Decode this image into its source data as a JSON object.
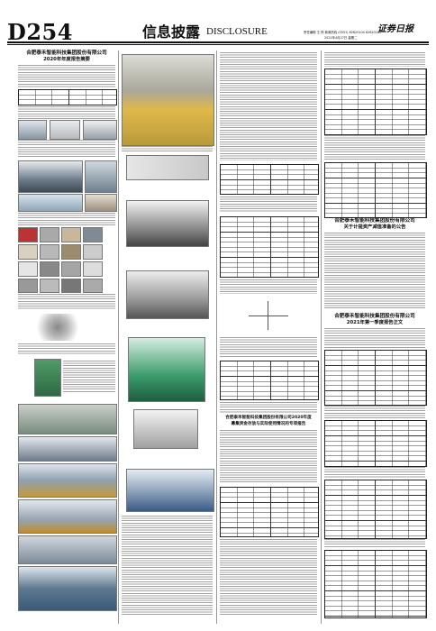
{
  "masthead": {
    "page_code": "D254",
    "section_cn": "信息披露",
    "section_en": "DISCLOSURE",
    "editor_line": "责任编辑 王 梓 新闻热线 (0551) 62620104 62620180",
    "date_line": "2021年4月27日 星期二",
    "paper_logo": "证券日报"
  },
  "articles": {
    "annual_report": {
      "company": "合肥泰禾智能科技集团股份有限公司",
      "title": "2020年年度报告摘要"
    },
    "asset_notice": {
      "company": "合肥泰禾智能科技集团股份有限公司",
      "title": "关于计提资产减值准备的公告"
    },
    "q1_report": {
      "company": "合肥泰禾智能科技集团股份有限公司",
      "title": "2021年第一季度报告正文"
    },
    "fund_report": {
      "line1": "合肥泰禾智能科技集团股份有限公司2020年度",
      "line2": "募集资金存放与实际使用情况的专项报告"
    }
  }
}
